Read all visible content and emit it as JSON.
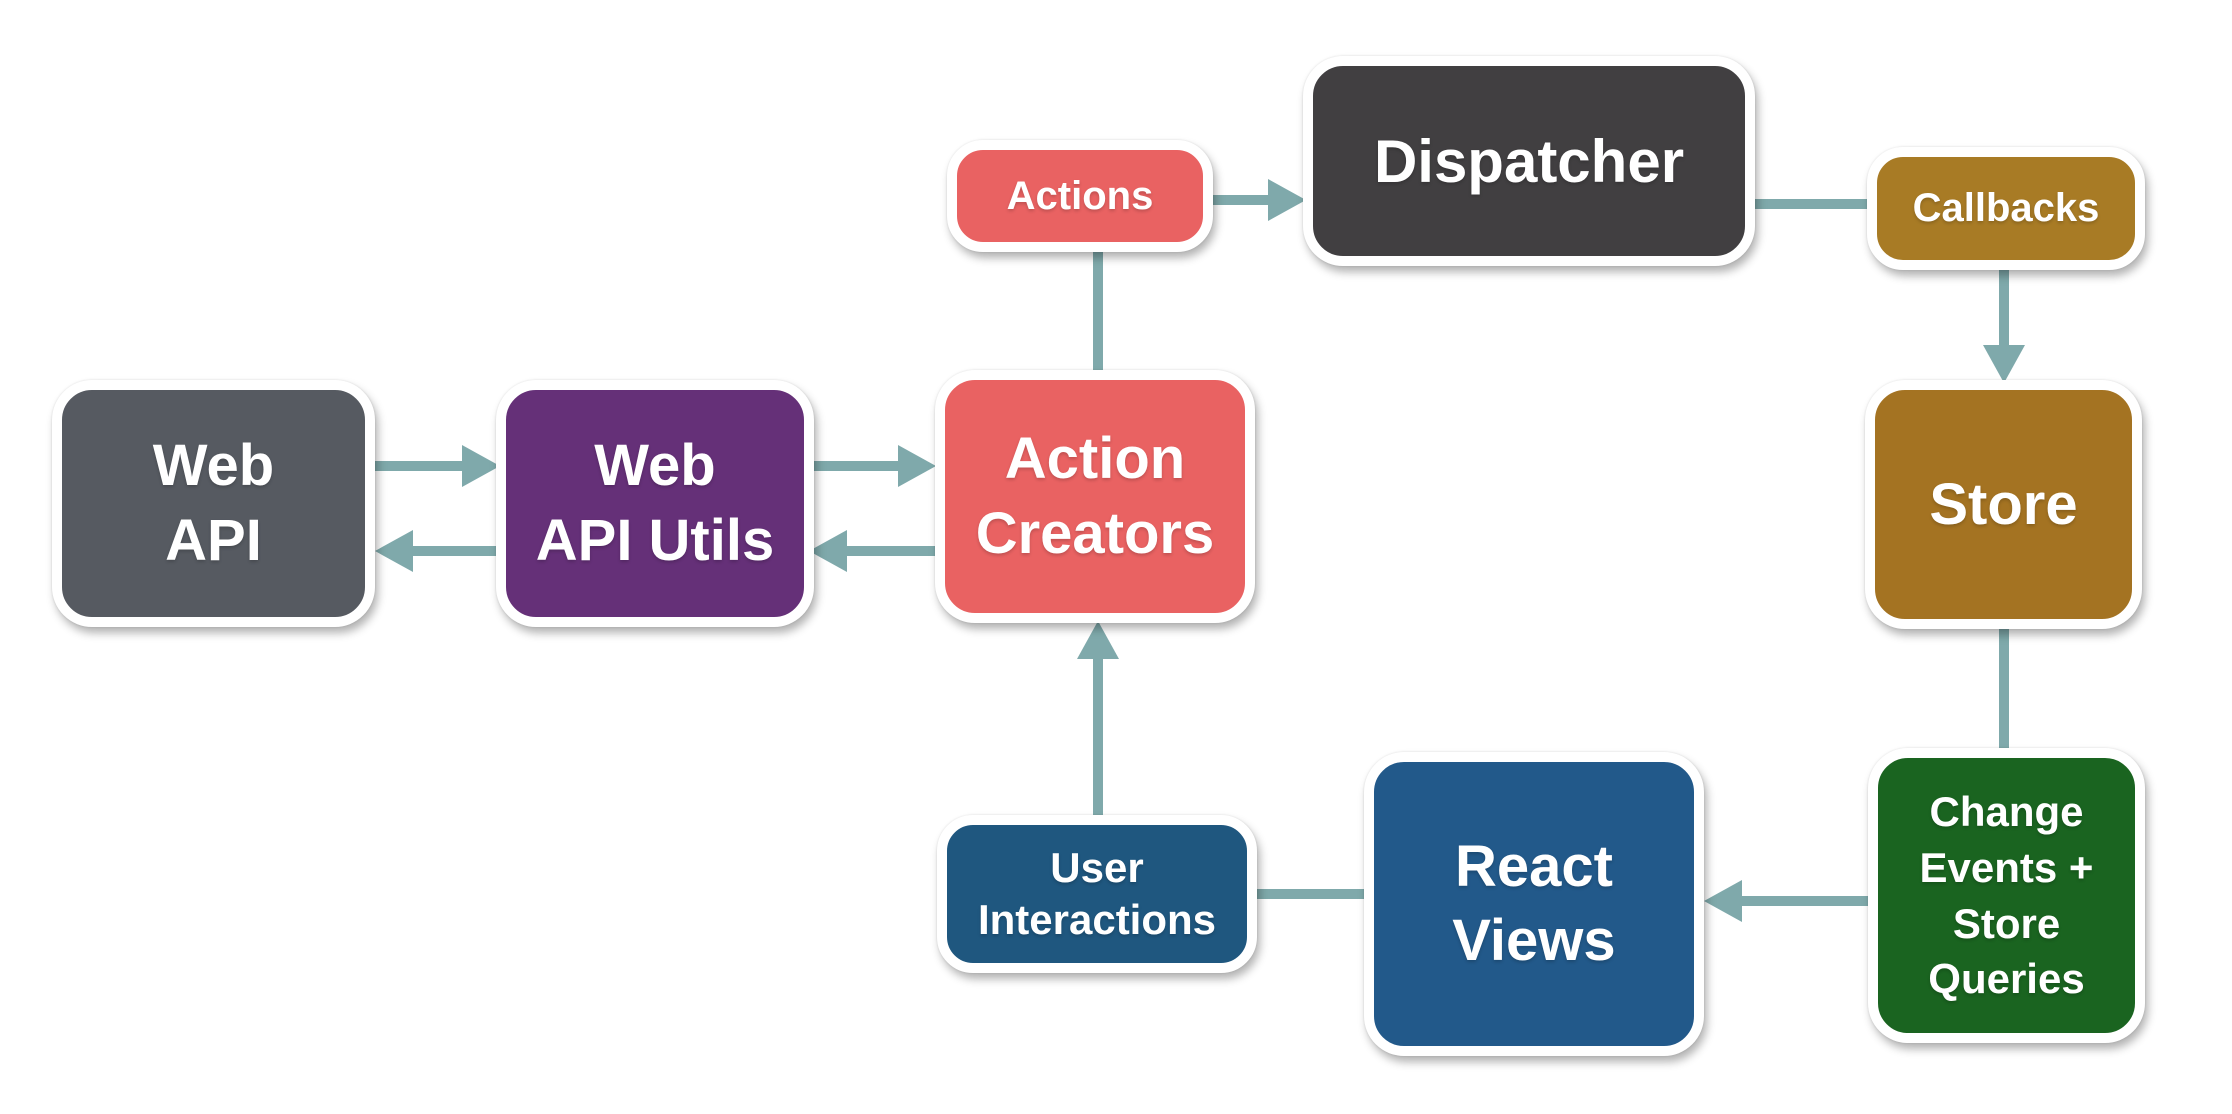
{
  "diagram": {
    "type": "flowchart",
    "description": "Flux application architecture data-flow diagram",
    "background_color": "#ffffff",
    "connector_color": "#7fa9ab",
    "box_border_color": "#ffffff",
    "text_color": "#ffffff",
    "nodes": {
      "web_api": {
        "label": "Web\nAPI",
        "color": "#565a61"
      },
      "web_api_utils": {
        "label": "Web\nAPI Utils",
        "color": "#653078"
      },
      "action_creators": {
        "label": "Action\nCreators",
        "color": "#e96262"
      },
      "actions": {
        "label": "Actions",
        "color": "#e96262"
      },
      "dispatcher": {
        "label": "Dispatcher",
        "color": "#413f41"
      },
      "callbacks": {
        "label": "Callbacks",
        "color": "#a87b25"
      },
      "store": {
        "label": "Store",
        "color": "#a47322"
      },
      "change_events_store_queries": {
        "label": "Change\nEvents +\nStore\nQueries",
        "color": "#1a6420"
      },
      "react_views": {
        "label": "React\nViews",
        "color": "#22598a"
      },
      "user_interactions": {
        "label": "User\nInteractions",
        "color": "#1f577f"
      }
    },
    "edges": [
      {
        "from": "web_api",
        "to": "web_api_utils",
        "arrowhead": true
      },
      {
        "from": "web_api_utils",
        "to": "web_api",
        "arrowhead": true
      },
      {
        "from": "web_api_utils",
        "to": "action_creators",
        "arrowhead": true
      },
      {
        "from": "action_creators",
        "to": "web_api_utils",
        "arrowhead": true
      },
      {
        "from": "action_creators",
        "to": "actions",
        "arrowhead": false
      },
      {
        "from": "actions",
        "to": "dispatcher",
        "arrowhead": true
      },
      {
        "from": "dispatcher",
        "to": "callbacks",
        "arrowhead": false
      },
      {
        "from": "callbacks",
        "to": "store",
        "arrowhead": true
      },
      {
        "from": "store",
        "to": "change_events_store_queries",
        "arrowhead": false
      },
      {
        "from": "change_events_store_queries",
        "to": "react_views",
        "arrowhead": true
      },
      {
        "from": "react_views",
        "to": "user_interactions",
        "arrowhead": false
      },
      {
        "from": "user_interactions",
        "to": "action_creators",
        "arrowhead": true
      }
    ]
  }
}
